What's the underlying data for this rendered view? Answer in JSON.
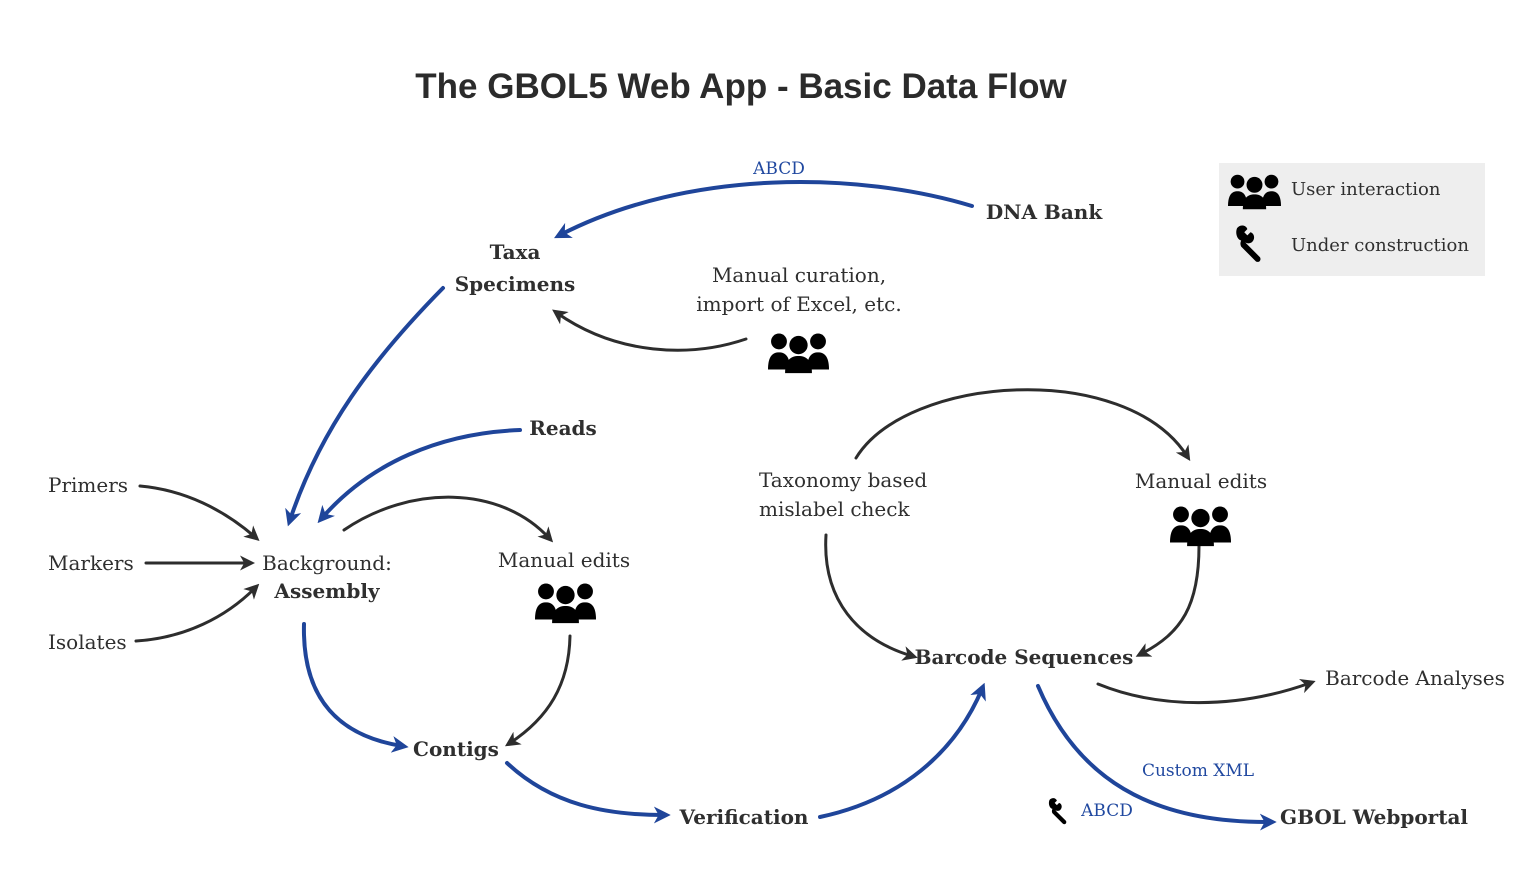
{
  "title": "The GBOL5 Web App - Basic Data Flow",
  "legend": {
    "user_interaction_label": "User interaction",
    "under_construction_label": "Under construction",
    "user_icon": "user-group-icon",
    "construction_icon": "wrench-icon"
  },
  "nodes": {
    "taxa": "Taxa",
    "specimens": "Specimens",
    "dna_bank": "DNA Bank",
    "manual_curation_line1": "Manual curation,",
    "manual_curation_line2": "import of Excel, etc.",
    "reads": "Reads",
    "primers": "Primers",
    "markers": "Markers",
    "isolates": "Isolates",
    "background": "Background:",
    "assembly": "Assembly",
    "manual_edits_left": "Manual edits",
    "contigs": "Contigs",
    "verification": "Verification",
    "taxonomy_check_line1": "Taxonomy based",
    "taxonomy_check_line2": "mislabel check",
    "manual_edits_right": "Manual edits",
    "barcode_sequences": "Barcode Sequences",
    "barcode_analyses": "Barcode Analyses",
    "gbol_webportal": "GBOL Webportal"
  },
  "edge_labels": {
    "abcd_top": "ABCD",
    "custom_xml": "Custom XML",
    "abcd_bottom": "ABCD"
  },
  "colors": {
    "blue_flow": "#1f459a",
    "black_flow": "#2d2d2d",
    "legend_background": "#eeeeee"
  }
}
